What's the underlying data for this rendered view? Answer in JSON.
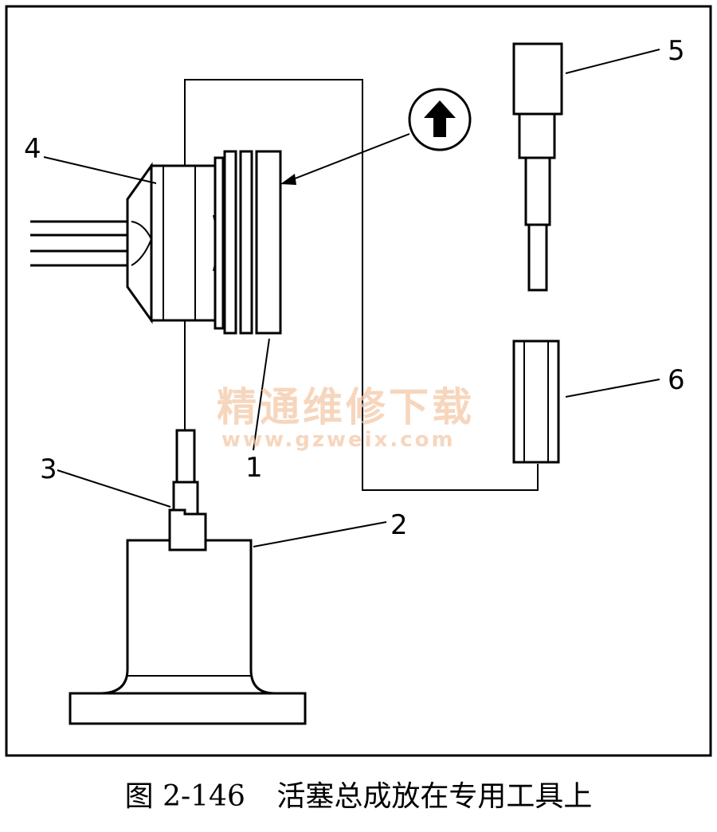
{
  "figure": {
    "number": "图 2-146",
    "title": "活塞总成放在专用工具上"
  },
  "callouts": [
    "1",
    "2",
    "3",
    "4",
    "5",
    "6"
  ],
  "watermark": {
    "text": "精通维修下载",
    "url": "www.gzweix.com"
  },
  "icons": {
    "direction_marker": "up-arrow-icon"
  },
  "colors": {
    "line": "#000000",
    "watermark": "#f4c9a8"
  }
}
